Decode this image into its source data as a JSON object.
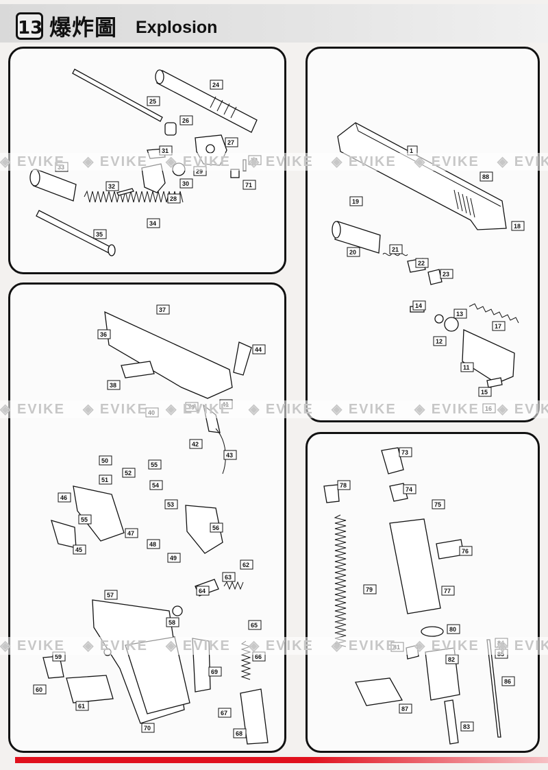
{
  "header": {
    "section_number": "13",
    "title_cn": "爆炸圖",
    "title_en": "Explosion"
  },
  "watermark": {
    "text": "EVIKE",
    "repeat": 8
  },
  "colors": {
    "footer_bar": "#e0101c",
    "panel_border": "#111111"
  },
  "panels": {
    "barrel": {
      "labels": [
        "24",
        "25",
        "26",
        "27",
        "28",
        "29",
        "30",
        "31",
        "32",
        "33",
        "34",
        "35",
        "71",
        "72"
      ]
    },
    "slide": {
      "labels": [
        "1",
        "11",
        "12",
        "13",
        "14",
        "15",
        "16",
        "17",
        "18",
        "19",
        "20",
        "21",
        "22",
        "23",
        "88"
      ]
    },
    "frame": {
      "labels": [
        "36",
        "37",
        "38",
        "39",
        "40",
        "41",
        "42",
        "43",
        "44",
        "45",
        "46",
        "47",
        "48",
        "49",
        "50",
        "51",
        "52",
        "53",
        "54",
        "55",
        "55",
        "56",
        "57",
        "58",
        "59",
        "60",
        "61",
        "62",
        "63",
        "64",
        "65",
        "66",
        "67",
        "68",
        "69",
        "70"
      ]
    },
    "magazine": {
      "labels": [
        "73",
        "74",
        "75",
        "76",
        "77",
        "78",
        "79",
        "80",
        "81",
        "82",
        "83",
        "84",
        "85",
        "86",
        "87"
      ]
    }
  }
}
